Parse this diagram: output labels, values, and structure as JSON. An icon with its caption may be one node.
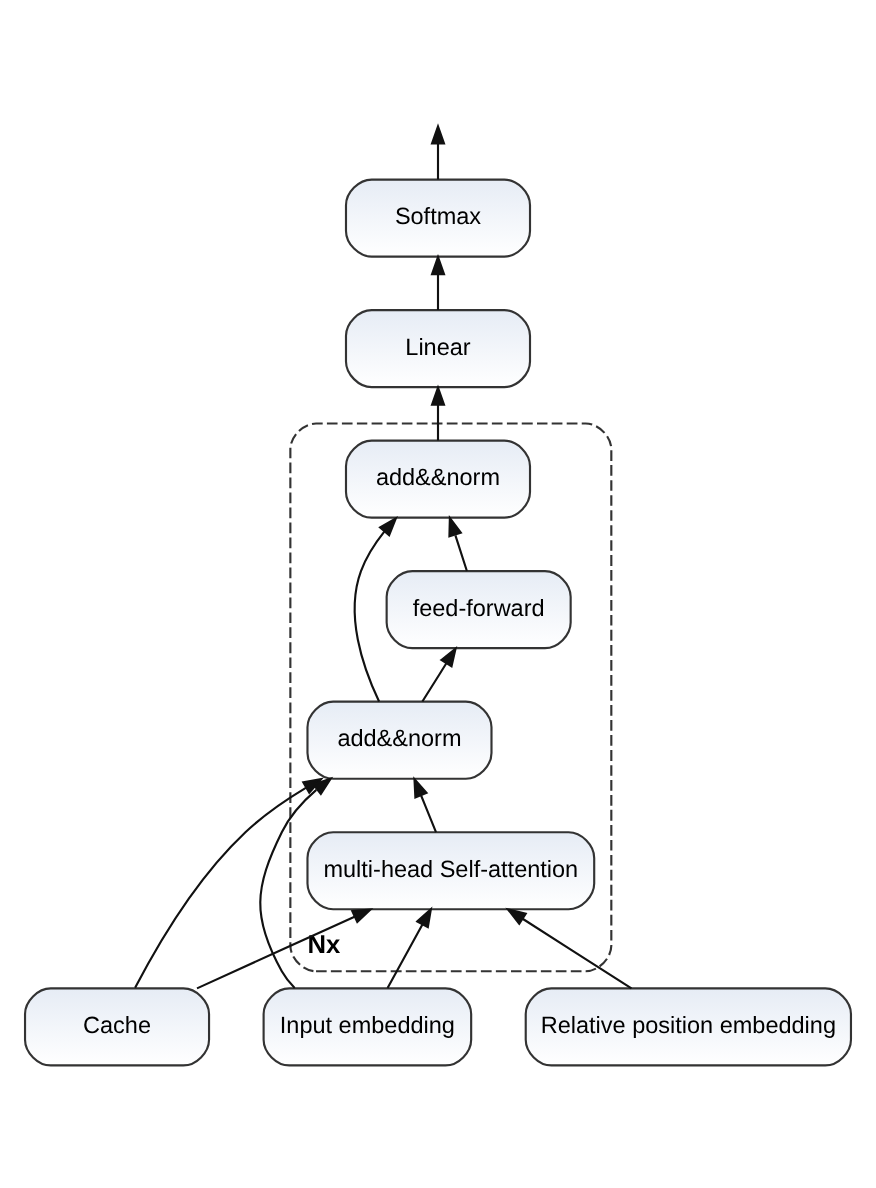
{
  "diagram": {
    "nodes": [
      {
        "text": [
          "Softmax"
        ]
      },
      {
        "text": [
          "Linear"
        ]
      },
      {
        "text": [],
        "shape": "box",
        "beside": [
          "Nx"
        ]
      },
      {
        "text": [
          "add&&norm"
        ],
        "in": 2
      },
      {
        "text": [
          "feed-forward"
        ],
        "in": 2
      },
      {
        "text": [
          "add&&norm"
        ],
        "in": 2
      },
      {
        "text": [
          "multi-head Self-attention"
        ],
        "in": 2
      },
      {
        "text": [
          "Cache"
        ]
      },
      {
        "text": [
          "Input embedding"
        ]
      },
      {
        "text": [
          "Relative position embedding"
        ]
      }
    ],
    "edges": [
      {
        "from": 0,
        "to": null,
        "arrow": "to"
      },
      {
        "from": 1,
        "to": 0,
        "arrow": "to"
      },
      {
        "from": 3,
        "to": 1,
        "arrow": "to"
      },
      {
        "from": 4,
        "to": 3,
        "arrow": "to"
      },
      {
        "from": 5,
        "to": 4,
        "arrow": "to"
      },
      {
        "from": 5,
        "to": 3,
        "arrow": "to"
      },
      {
        "from": 6,
        "to": 5,
        "arrow": "to"
      },
      {
        "from": 8,
        "to": 6,
        "arrow": "to"
      },
      {
        "from": 8,
        "to": 5,
        "arrow": "to"
      },
      {
        "from": 7,
        "to": 6,
        "arrow": "to"
      },
      {
        "from": 7,
        "to": 5,
        "arrow": "to"
      },
      {
        "from": 9,
        "to": 6,
        "arrow": "to"
      }
    ]
  }
}
